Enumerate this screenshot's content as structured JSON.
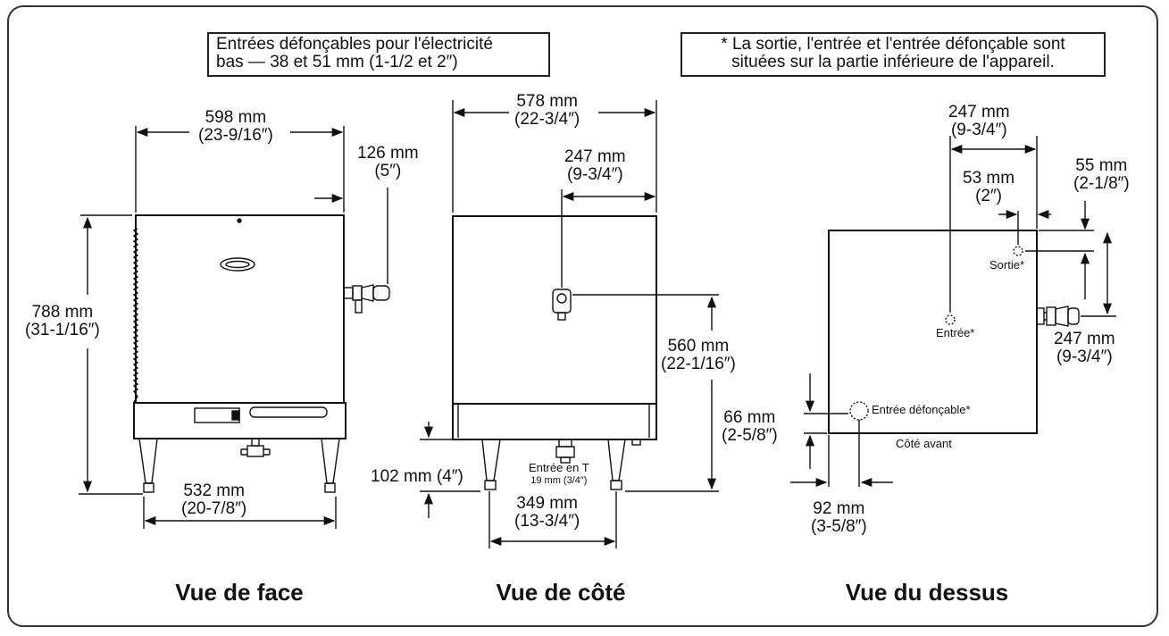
{
  "notes": {
    "electric_knockouts": [
      "Entrées défonçables pour l'électricité",
      "bas — 38 et 51 mm (1-1/2 et 2″)"
    ],
    "bottom_ports": [
      "* La sortie, l'entrée et l'entrée défonçable sont",
      "situées sur la partie inférieure de l'appareil."
    ]
  },
  "front_view": {
    "title": "Vue de face",
    "width": [
      "598 mm",
      "(23-9/16″)"
    ],
    "outlet_offset": [
      "126 mm",
      "(5″)"
    ],
    "height": [
      "788 mm",
      "(31-1/16″)"
    ],
    "leg_span": [
      "532 mm",
      "(20-7/8″)"
    ]
  },
  "side_view": {
    "title": "Vue de côté",
    "depth": [
      "578 mm",
      "(22-3/4″)"
    ],
    "port_offset": [
      "247 mm",
      "(9-3/4″)"
    ],
    "port_height": [
      "560 mm",
      "(22-1/16″)"
    ],
    "leg_height": "102 mm (4″)",
    "tee_inlet": [
      "Entrée en T",
      "19 mm (3/4″)"
    ],
    "leg_span": [
      "349 mm",
      "(13-3/4″)"
    ]
  },
  "top_view": {
    "title": "Vue du dessus",
    "inlet_offset": [
      "247 mm",
      "(9-3/4″)"
    ],
    "outlet_x": [
      "53 mm",
      "(2″)"
    ],
    "outlet_y": [
      "55 mm",
      "(2-1/8″)"
    ],
    "outlet_label": "Sortie*",
    "inlet_label": "Entrée*",
    "side_offset": [
      "247 mm",
      "(9-3/4″)"
    ],
    "knockout_label": "Entrée défonçable*",
    "knockout_y": [
      "66 mm",
      "(2-5/8″)"
    ],
    "front_label": "Côté avant",
    "knockout_x": [
      "92 mm",
      "(3-5/8″)"
    ]
  }
}
